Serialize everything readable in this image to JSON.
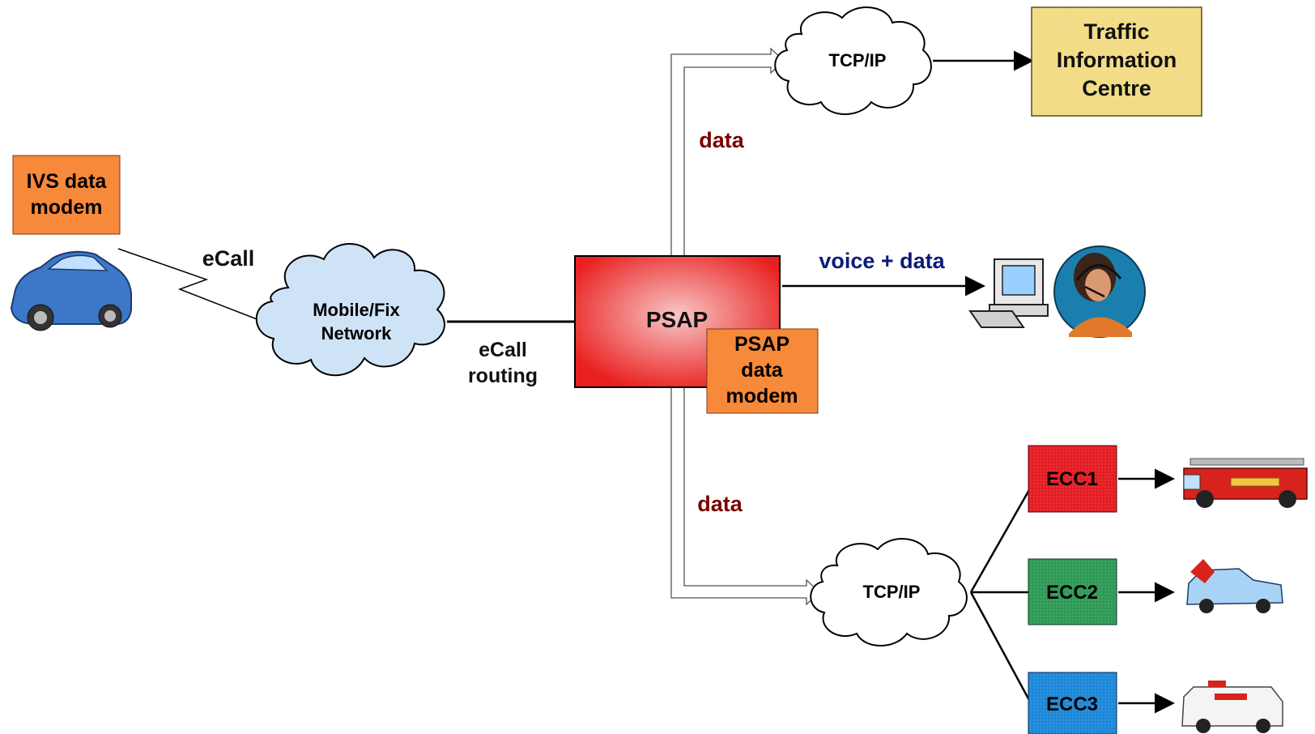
{
  "nodes": {
    "ivs_modem": {
      "lines": [
        "IVS data",
        "modem"
      ]
    },
    "network_cloud": {
      "lines": [
        "Mobile/Fix",
        "Network"
      ]
    },
    "psap": {
      "label": "PSAP"
    },
    "psap_modem": {
      "lines": [
        "PSAP",
        "data",
        "modem"
      ]
    },
    "tcpip_top": {
      "label": "TCP/IP"
    },
    "tcpip_bottom": {
      "label": "TCP/IP"
    },
    "traffic_centre": {
      "lines": [
        "Traffic",
        "Information",
        "Centre"
      ]
    },
    "ecc1": {
      "label": "ECC1"
    },
    "ecc2": {
      "label": "ECC2"
    },
    "ecc3": {
      "label": "ECC3"
    }
  },
  "edges": {
    "ecall": "eCall",
    "ecall_routing": [
      "eCall",
      "routing"
    ],
    "data_top": "data",
    "data_bottom": "data",
    "voice_data": "voice + data"
  },
  "icons": {
    "car": "car-icon",
    "computer": "computer-icon",
    "operator": "operator-icon",
    "fire_truck": "fire-truck-icon",
    "police_car": "police-car-icon",
    "ambulance": "ambulance-icon"
  },
  "colors": {
    "ivs_modem_fill": "#f7893a",
    "psap_fill_center": "#f7a8a8",
    "psap_fill_edge": "#e8201f",
    "traffic_fill": "#f3dc86",
    "cloud_fill": "#cfe3f7",
    "ecc1_fill": "#e31e24",
    "ecc2_fill": "#2f9a57",
    "ecc3_fill": "#1e88d8",
    "data_label": "#7a0000",
    "voice_label": "#0b1a7a"
  }
}
